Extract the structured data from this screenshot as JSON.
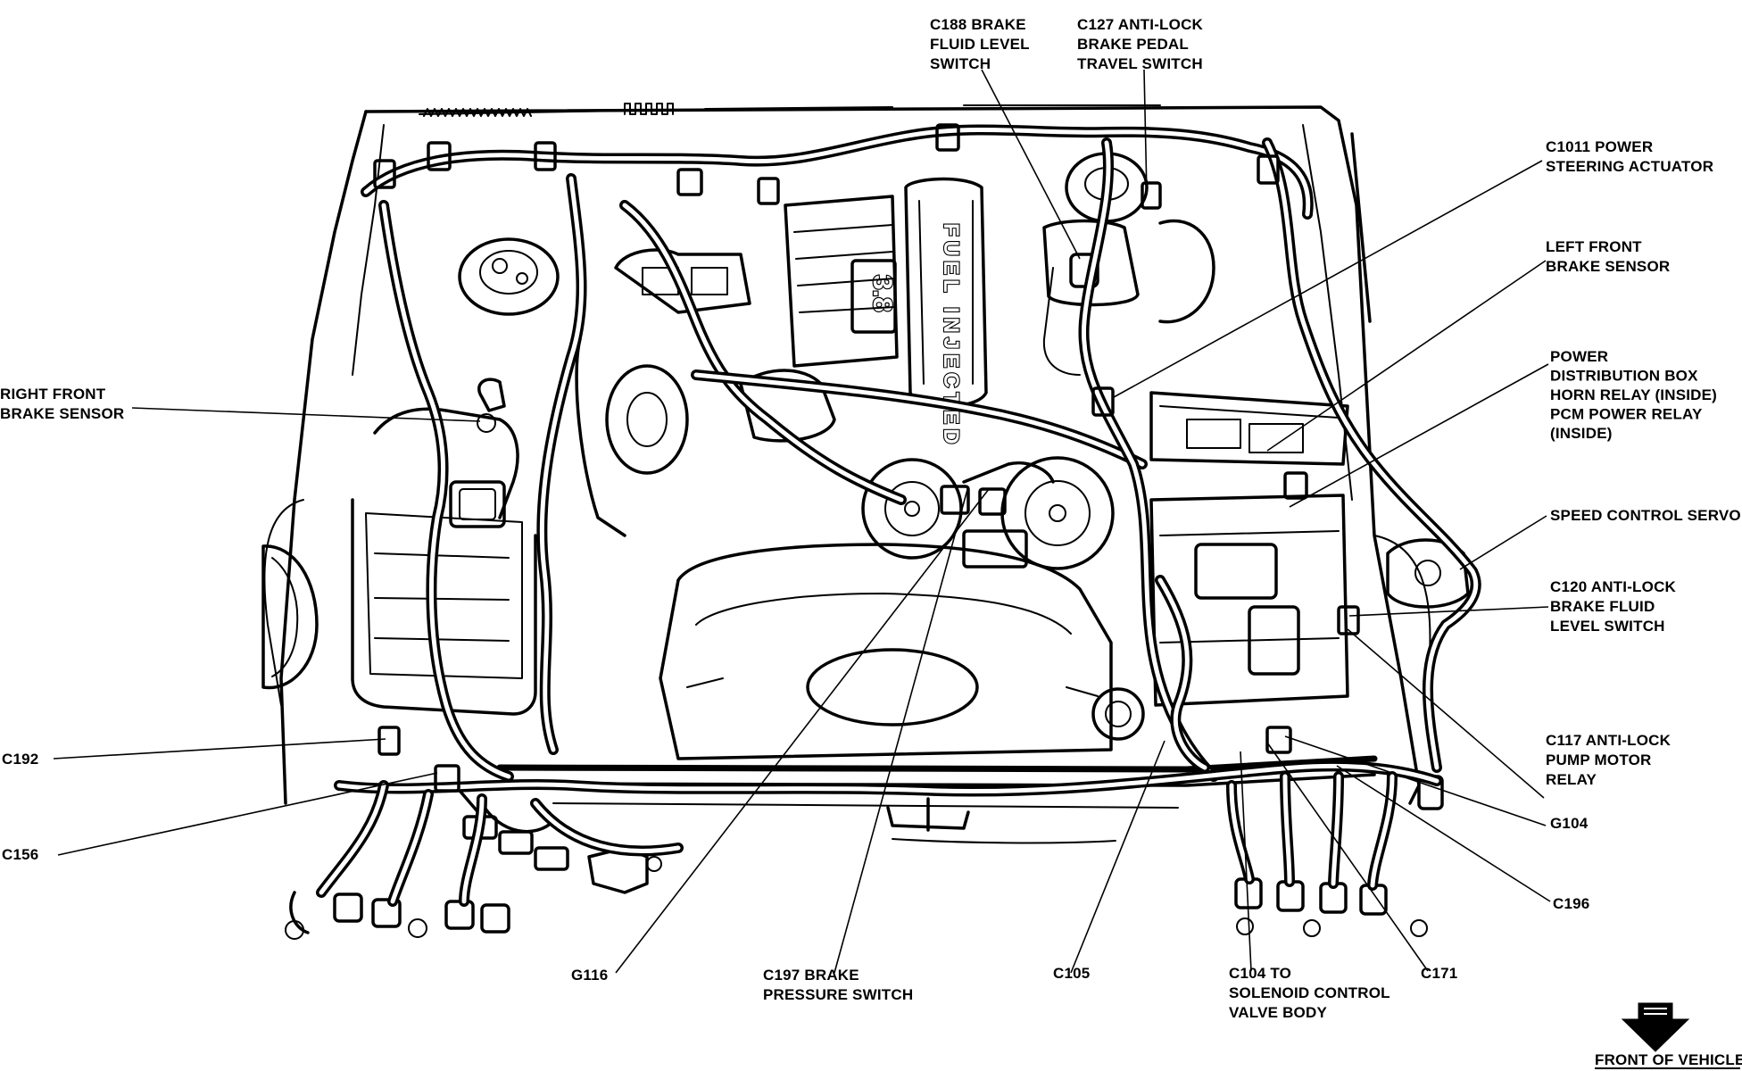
{
  "labels": [
    {
      "id": "c188",
      "lines": [
        "C188 BRAKE",
        "FLUID LEVEL",
        "SWITCH"
      ]
    },
    {
      "id": "c127",
      "lines": [
        "C127 ANTI-LOCK",
        "BRAKE PEDAL",
        "TRAVEL SWITCH"
      ]
    },
    {
      "id": "c1011",
      "lines": [
        "C1011 POWER",
        "STEERING ACTUATOR"
      ]
    },
    {
      "id": "lfbs",
      "lines": [
        "LEFT FRONT",
        "BRAKE SENSOR"
      ]
    },
    {
      "id": "pdb",
      "lines": [
        "POWER",
        "DISTRIBUTION BOX",
        "HORN RELAY (INSIDE)",
        "PCM POWER RELAY",
        "(INSIDE)"
      ]
    },
    {
      "id": "scs",
      "lines": [
        "SPEED CONTROL SERVO"
      ]
    },
    {
      "id": "c120",
      "lines": [
        "C120 ANTI-LOCK",
        "BRAKE FLUID",
        "LEVEL SWITCH"
      ]
    },
    {
      "id": "c117",
      "lines": [
        "C117 ANTI-LOCK",
        "PUMP MOTOR",
        "RELAY"
      ]
    },
    {
      "id": "g104",
      "lines": [
        "G104"
      ]
    },
    {
      "id": "c196",
      "lines": [
        "C196"
      ]
    },
    {
      "id": "c171",
      "lines": [
        "C171"
      ]
    },
    {
      "id": "c104",
      "lines": [
        "C104 TO",
        "SOLENOID CONTROL",
        "VALVE BODY"
      ]
    },
    {
      "id": "c105",
      "lines": [
        "C105"
      ]
    },
    {
      "id": "c197",
      "lines": [
        "C197 BRAKE",
        "PRESSURE SWITCH"
      ]
    },
    {
      "id": "g116",
      "lines": [
        "G116"
      ]
    },
    {
      "id": "c156",
      "lines": [
        "C156"
      ]
    },
    {
      "id": "c192",
      "lines": [
        "C192"
      ]
    },
    {
      "id": "rfbs",
      "lines": [
        "RIGHT FRONT",
        "BRAKE SENSOR"
      ]
    }
  ],
  "engine_badge": {
    "brand": "FUEL INJECTED",
    "displacement": "3.8"
  },
  "front_of_vehicle": "FRONT OF VEHICLE"
}
